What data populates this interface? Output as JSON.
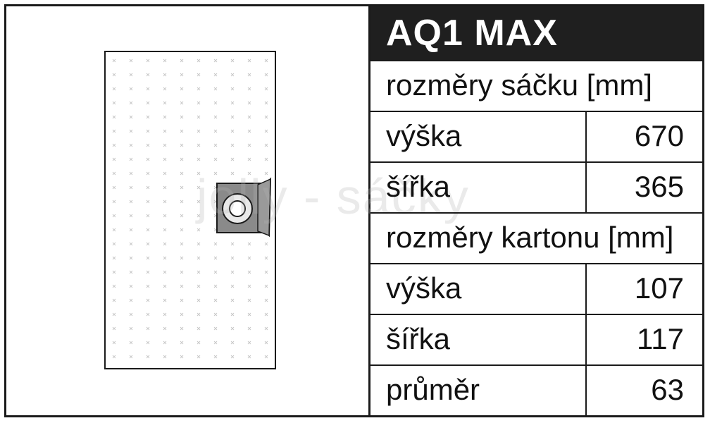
{
  "product": {
    "title": "AQ1 MAX"
  },
  "watermark": "jolly - sáčky",
  "bag_dimensions": {
    "heading": "rozměry sáčku [mm]",
    "height_label": "výška",
    "height_value": "670",
    "width_label": "šířka",
    "width_value": "365"
  },
  "box_dimensions": {
    "heading": "rozměry kartonu [mm]",
    "height_label": "výška",
    "height_value": "107",
    "width_label": "šířka",
    "width_value": "117",
    "diameter_label": "průměr",
    "diameter_value": "63"
  },
  "colors": {
    "title_bar": "#1f1f1f",
    "collar": "#8a8a8a",
    "border": "#1a1a1a"
  },
  "icons": [
    "vacuum-bag-drawing",
    "collar-hole-icon"
  ]
}
